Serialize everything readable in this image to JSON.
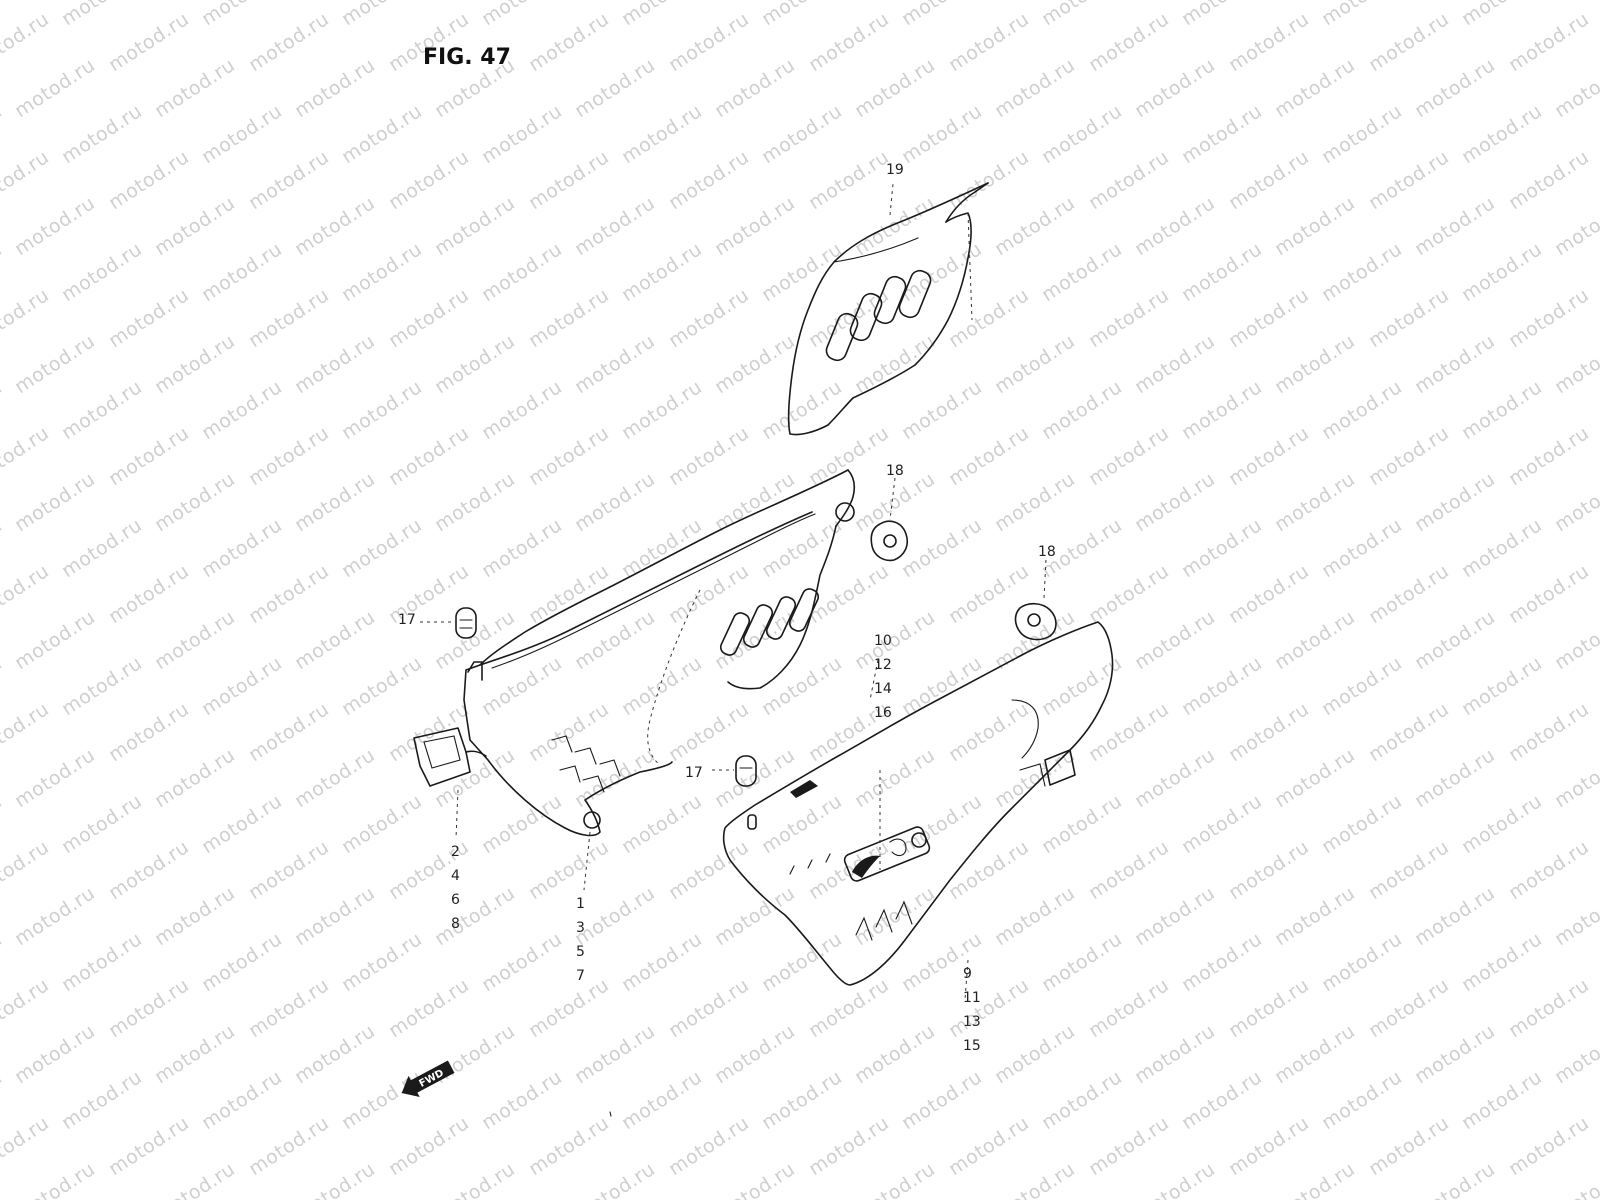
{
  "figure": {
    "title": "FIG. 47",
    "watermark": "motod.ru",
    "fwd_label": "FWD"
  },
  "callouts": [
    {
      "id": "c19",
      "text": "19"
    },
    {
      "id": "c18a",
      "text": "18"
    },
    {
      "id": "c18b",
      "text": "18"
    },
    {
      "id": "c17a",
      "text": "17"
    },
    {
      "id": "c17b",
      "text": "17"
    },
    {
      "id": "c10",
      "text": "10"
    },
    {
      "id": "c12",
      "text": "12"
    },
    {
      "id": "c14",
      "text": "14"
    },
    {
      "id": "c16",
      "text": "16"
    },
    {
      "id": "c2",
      "text": "2"
    },
    {
      "id": "c4",
      "text": "4"
    },
    {
      "id": "c6",
      "text": "6"
    },
    {
      "id": "c8",
      "text": "8"
    },
    {
      "id": "c1",
      "text": "1"
    },
    {
      "id": "c3",
      "text": "3"
    },
    {
      "id": "c5",
      "text": "5"
    },
    {
      "id": "c7",
      "text": "7"
    },
    {
      "id": "c9",
      "text": "9"
    },
    {
      "id": "c11",
      "text": "11"
    },
    {
      "id": "c13",
      "text": "13"
    },
    {
      "id": "c15",
      "text": "15"
    }
  ]
}
